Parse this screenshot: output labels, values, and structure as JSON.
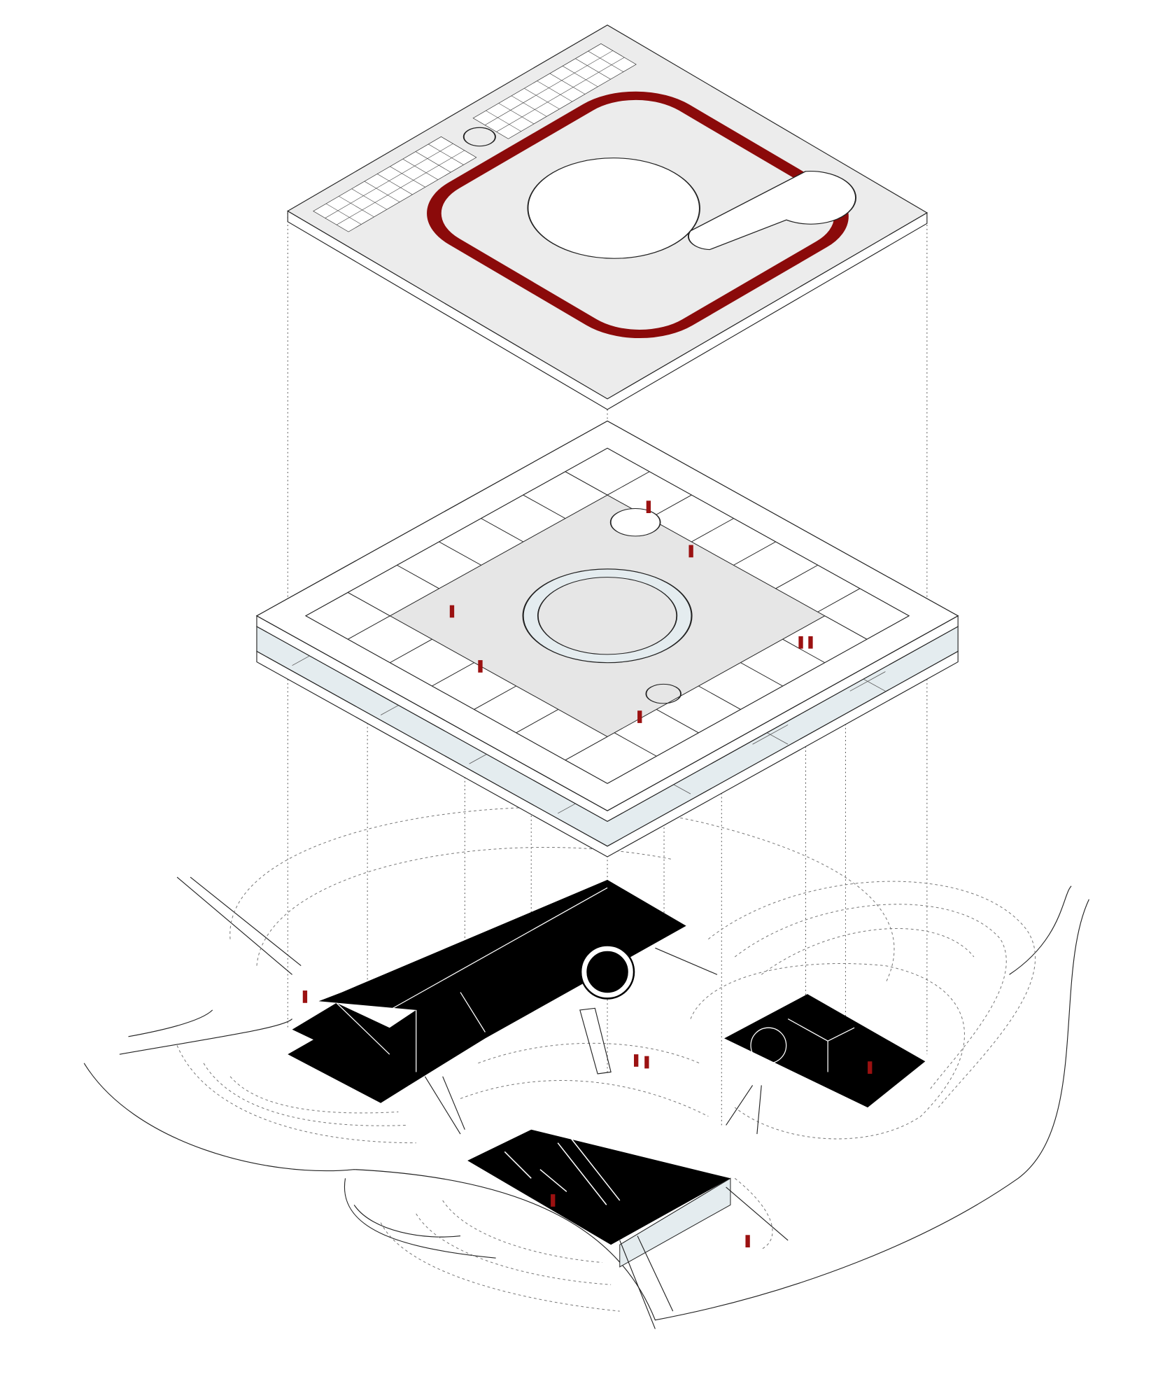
{
  "diagram": {
    "type": "exploded-axonometric",
    "levels": [
      "roof",
      "upper-floor",
      "ground-level"
    ],
    "colors": {
      "track": "#8b0a0a",
      "figures": "#9b1111",
      "slab": "#000000",
      "floor": "#e6e6e6",
      "glass": "#e4ecef",
      "line": "#222222"
    }
  }
}
